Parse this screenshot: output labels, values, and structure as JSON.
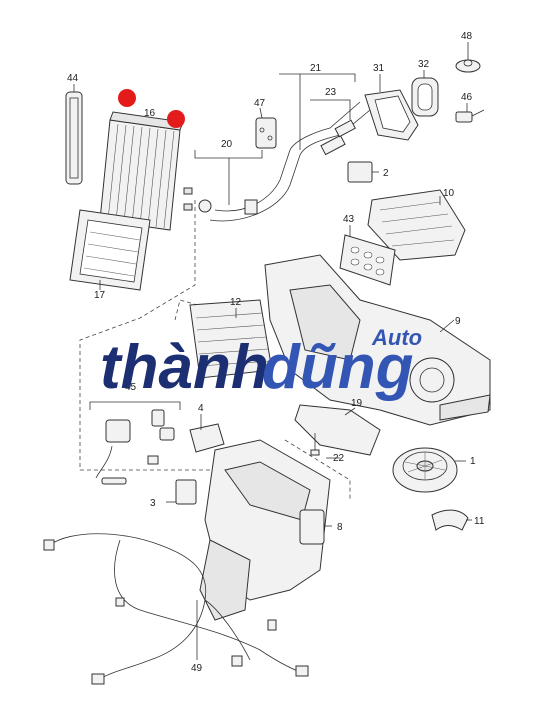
{
  "watermark": {
    "part1": "thành",
    "part2": "dũng",
    "sub": "Auto",
    "color_dark": "#1d2f73",
    "color_light": "#3355b3"
  },
  "markers": {
    "color": "#e31b1b"
  },
  "callouts": {
    "p1": "1",
    "p2": "2",
    "p3": "3",
    "p4": "4",
    "p8": "8",
    "p9": "9",
    "p10": "10",
    "p11": "11",
    "p12": "12",
    "p16": "16",
    "p17": "17",
    "p19": "19",
    "p20": "20",
    "p21": "21",
    "p22": "22",
    "p23": "23",
    "p31": "31",
    "p32": "32",
    "p43": "43",
    "p44": "44",
    "p45": "45",
    "p46": "46",
    "p47": "47",
    "p48": "48",
    "p49": "49"
  }
}
